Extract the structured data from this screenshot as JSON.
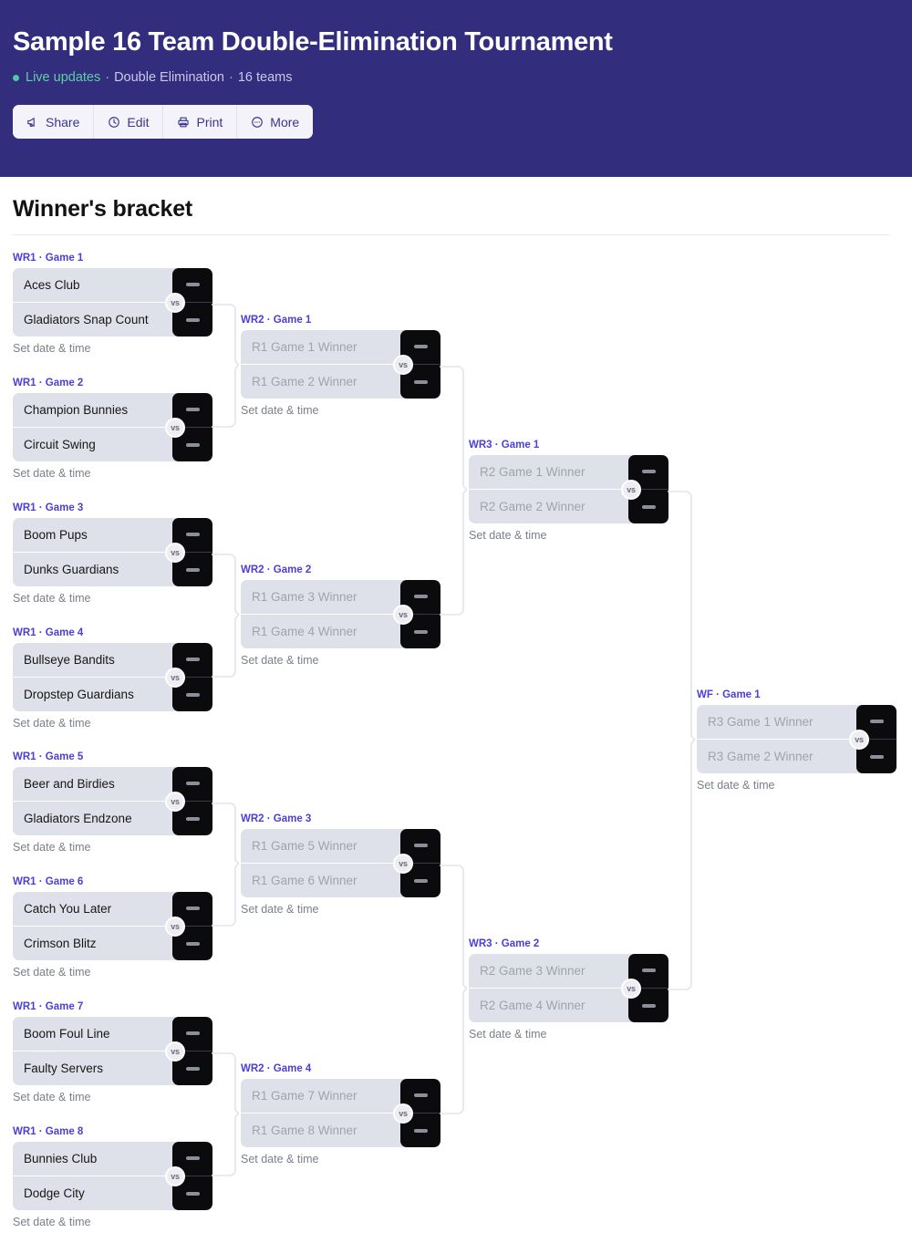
{
  "header": {
    "title": "Sample 16 Team Double-Elimination Tournament",
    "live_label": "Live updates",
    "sep1": "·",
    "format": "Double Elimination",
    "sep2": "·",
    "team_count": "16 teams",
    "accent_bg": "#332d7d",
    "live_color": "#5ecfa6",
    "buttons": [
      {
        "label": "Share",
        "icon": "megaphone-icon"
      },
      {
        "label": "Edit",
        "icon": "edit-clock-icon"
      },
      {
        "label": "Print",
        "icon": "printer-icon"
      },
      {
        "label": "More",
        "icon": "more-circle-icon"
      }
    ]
  },
  "section": {
    "title": "Winner's bracket"
  },
  "labels": {
    "set_date": "Set date & time",
    "vs": "vs",
    "score_placeholder": "—"
  },
  "colors": {
    "label_accent": "#4b3fd6",
    "card_bg": "#dfe1ea",
    "score_bg": "#0b0b0d",
    "placeholder_text": "#9ea3ad"
  },
  "matches": [
    {
      "id": "wr1g1",
      "label": "WR1 · Game 1",
      "round": "WR1",
      "game": 1,
      "top": {
        "name": "Aces Club",
        "placeholder": false,
        "score": "—"
      },
      "bottom": {
        "name": "Gladiators Snap Count",
        "placeholder": false,
        "score": "—"
      },
      "date": "Set date & time"
    },
    {
      "id": "wr1g2",
      "label": "WR1 · Game 2",
      "round": "WR1",
      "game": 2,
      "top": {
        "name": "Champion Bunnies",
        "placeholder": false,
        "score": "—"
      },
      "bottom": {
        "name": "Circuit Swing",
        "placeholder": false,
        "score": "—"
      },
      "date": "Set date & time"
    },
    {
      "id": "wr1g3",
      "label": "WR1 · Game 3",
      "round": "WR1",
      "game": 3,
      "top": {
        "name": "Boom Pups",
        "placeholder": false,
        "score": "—"
      },
      "bottom": {
        "name": "Dunks Guardians",
        "placeholder": false,
        "score": "—"
      },
      "date": "Set date & time"
    },
    {
      "id": "wr1g4",
      "label": "WR1 · Game 4",
      "round": "WR1",
      "game": 4,
      "top": {
        "name": "Bullseye Bandits",
        "placeholder": false,
        "score": "—"
      },
      "bottom": {
        "name": "Dropstep Guardians",
        "placeholder": false,
        "score": "—"
      },
      "date": "Set date & time"
    },
    {
      "id": "wr1g5",
      "label": "WR1 · Game 5",
      "round": "WR1",
      "game": 5,
      "top": {
        "name": "Beer and Birdies",
        "placeholder": false,
        "score": "—"
      },
      "bottom": {
        "name": "Gladiators Endzone",
        "placeholder": false,
        "score": "—"
      },
      "date": "Set date & time"
    },
    {
      "id": "wr1g6",
      "label": "WR1 · Game 6",
      "round": "WR1",
      "game": 6,
      "top": {
        "name": "Catch You Later",
        "placeholder": false,
        "score": "—"
      },
      "bottom": {
        "name": "Crimson Blitz",
        "placeholder": false,
        "score": "—"
      },
      "date": "Set date & time"
    },
    {
      "id": "wr1g7",
      "label": "WR1 · Game 7",
      "round": "WR1",
      "game": 7,
      "top": {
        "name": "Boom Foul Line",
        "placeholder": false,
        "score": "—"
      },
      "bottom": {
        "name": "Faulty Servers",
        "placeholder": false,
        "score": "—"
      },
      "date": "Set date & time"
    },
    {
      "id": "wr1g8",
      "label": "WR1 · Game 8",
      "round": "WR1",
      "game": 8,
      "top": {
        "name": "Bunnies Club",
        "placeholder": false,
        "score": "—"
      },
      "bottom": {
        "name": "Dodge City",
        "placeholder": false,
        "score": "—"
      },
      "date": "Set date & time"
    },
    {
      "id": "wr2g1",
      "label": "WR2 · Game 1",
      "round": "WR2",
      "game": 1,
      "top": {
        "name": "R1 Game 1 Winner",
        "placeholder": true,
        "score": "—"
      },
      "bottom": {
        "name": "R1 Game 2 Winner",
        "placeholder": true,
        "score": "—"
      },
      "date": "Set date & time"
    },
    {
      "id": "wr2g2",
      "label": "WR2 · Game 2",
      "round": "WR2",
      "game": 2,
      "top": {
        "name": "R1 Game 3 Winner",
        "placeholder": true,
        "score": "—"
      },
      "bottom": {
        "name": "R1 Game 4 Winner",
        "placeholder": true,
        "score": "—"
      },
      "date": "Set date & time"
    },
    {
      "id": "wr2g3",
      "label": "WR2 · Game 3",
      "round": "WR2",
      "game": 3,
      "top": {
        "name": "R1 Game 5 Winner",
        "placeholder": true,
        "score": "—"
      },
      "bottom": {
        "name": "R1 Game 6 Winner",
        "placeholder": true,
        "score": "—"
      },
      "date": "Set date & time"
    },
    {
      "id": "wr2g4",
      "label": "WR2 · Game 4",
      "round": "WR2",
      "game": 4,
      "top": {
        "name": "R1 Game 7 Winner",
        "placeholder": true,
        "score": "—"
      },
      "bottom": {
        "name": "R1 Game 8 Winner",
        "placeholder": true,
        "score": "—"
      },
      "date": "Set date & time"
    },
    {
      "id": "wr3g1",
      "label": "WR3 · Game 1",
      "round": "WR3",
      "game": 1,
      "top": {
        "name": "R2 Game 1 Winner",
        "placeholder": true,
        "score": "—"
      },
      "bottom": {
        "name": "R2 Game 2 Winner",
        "placeholder": true,
        "score": "—"
      },
      "date": "Set date & time"
    },
    {
      "id": "wr3g2",
      "label": "WR3 · Game 2",
      "round": "WR3",
      "game": 2,
      "top": {
        "name": "R2 Game 3 Winner",
        "placeholder": true,
        "score": "—"
      },
      "bottom": {
        "name": "R2 Game 4 Winner",
        "placeholder": true,
        "score": "—"
      },
      "date": "Set date & time"
    },
    {
      "id": "wfg1",
      "label": "WF · Game 1",
      "round": "WF",
      "game": 1,
      "top": {
        "name": "R3 Game 1 Winner",
        "placeholder": true,
        "score": "—"
      },
      "bottom": {
        "name": "R3 Game 2 Winner",
        "placeholder": true,
        "score": "—"
      },
      "date": "Set date & time"
    }
  ]
}
